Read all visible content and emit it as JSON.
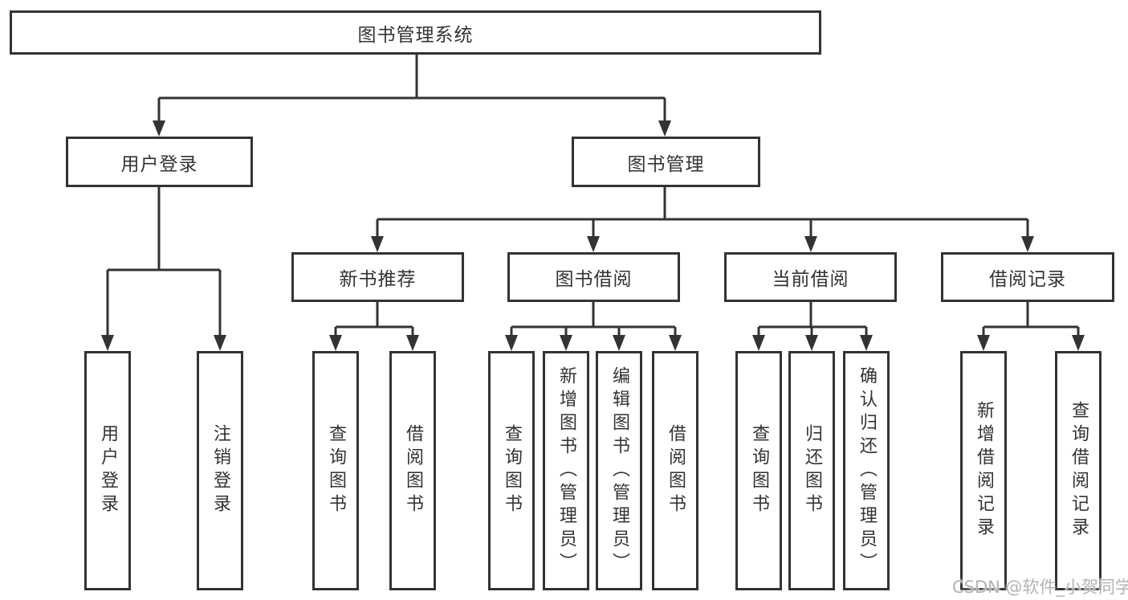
{
  "diagram": {
    "root": {
      "label": "图书管理系统"
    },
    "user_login": {
      "label": "用户登录",
      "children": [
        {
          "label": "用户登录"
        },
        {
          "label": "注销登录"
        }
      ]
    },
    "book_management": {
      "label": "图书管理",
      "sections": [
        {
          "label": "新书推荐",
          "children": [
            {
              "label": "查询图书"
            },
            {
              "label": "借阅图书"
            }
          ]
        },
        {
          "label": "图书借阅",
          "children": [
            {
              "label": "查询图书"
            },
            {
              "label": "新增图书（管理员）"
            },
            {
              "label": "编辑图书（管理员）"
            },
            {
              "label": "借阅图书"
            }
          ]
        },
        {
          "label": "当前借阅",
          "children": [
            {
              "label": "查询图书"
            },
            {
              "label": "归还图书"
            },
            {
              "label": "确认归还（管理员）"
            }
          ]
        },
        {
          "label": "借阅记录",
          "children": [
            {
              "label": "新增借阅记录"
            },
            {
              "label": "查询借阅记录"
            }
          ]
        }
      ]
    }
  },
  "watermark": "CSDN @软件_小贺同学",
  "colors": {
    "line": "#333333",
    "border": "#333333",
    "text": "#333333",
    "watermark": "#b3b3b3",
    "bg": "#ffffff"
  }
}
